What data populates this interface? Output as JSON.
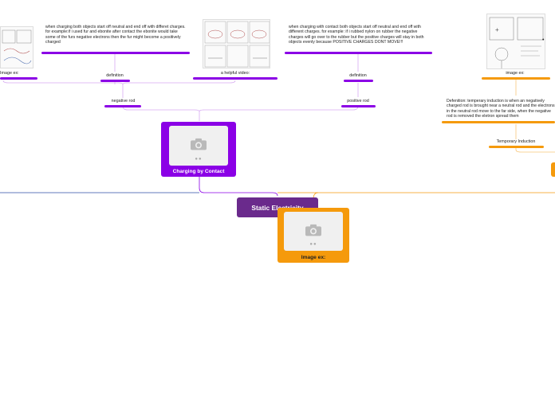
{
  "central": {
    "label": "Static Electricity"
  },
  "contact": {
    "card_label": "Charging by Contact",
    "negative_rod": {
      "label": "negative rod",
      "image_label": "Image ex:",
      "definition_label": "definition",
      "definition_text": "when charging both objects start off neutral and end off with differet charges. for example:if i used fur and ebonite after contact the ebonite would take some of the furs negative electrons then the fur might become a positively charged",
      "video_label": "a helpful video:"
    },
    "positive_rod": {
      "label": "positive rod",
      "definition_label": "definition",
      "definition_text": "when charging with contact both objects start off neutral and end off with different charges. for example: if i rubbed nylon on rubber the negative charges will go over to the rubber but the positive charges will stay in both objects evenly because POSITIVE CHARGES DONT MOVE!!!"
    }
  },
  "image_card": {
    "label": "Image ex:"
  },
  "induction": {
    "label": "Temporary Induction",
    "definition_text": "Defenition: temperary induction is when an negatively charged rod  is brought near a neutral rod and the electrons in the neutral rod move to the far side, when the negative rod is removed the eletron spread them",
    "image_label": "image ex:"
  },
  "colors": {
    "purple": "#8b00e6",
    "light_purple": "#b36ce0",
    "orange": "#f59a0c",
    "central": "#6a2a8c",
    "blue": "#2c4ba8"
  }
}
